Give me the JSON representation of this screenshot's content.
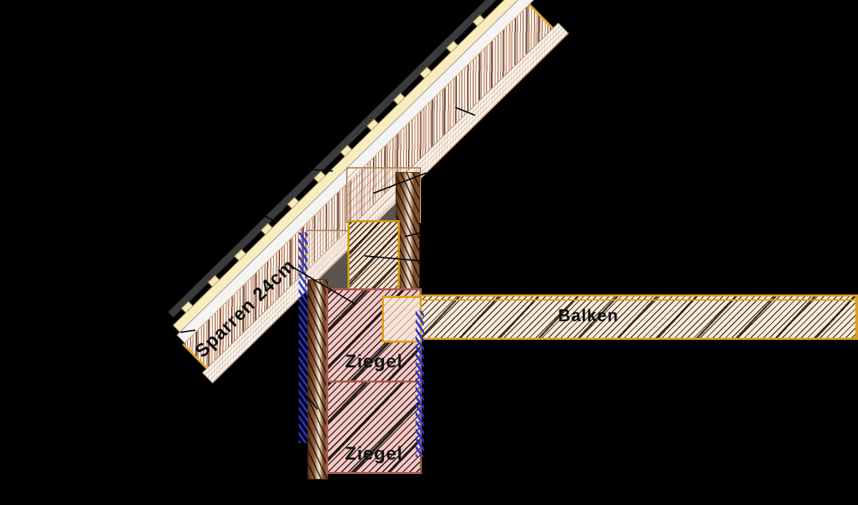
{
  "diagram": {
    "type": "construction-detail-drawing",
    "labels": {
      "rafter": "Sparren 24cm",
      "beam": "Balken",
      "brick_upper": "Ziegel",
      "brick_lower": "Ziegel"
    },
    "colors": {
      "background": "#000000",
      "roofing_gray": "#3b3b3b",
      "batten_cream": "#f6eabd",
      "membrane_white": "#f4f4f3",
      "insulation_stroke_brown": "#7a3a18",
      "timber_outline_orange": "#dd9f1b",
      "brick_fill_pink": "#f6c9c4",
      "brick_outline_red": "#a85c50",
      "sealing_blue": "#2236d2",
      "timber_brown": "#8a5732"
    }
  }
}
